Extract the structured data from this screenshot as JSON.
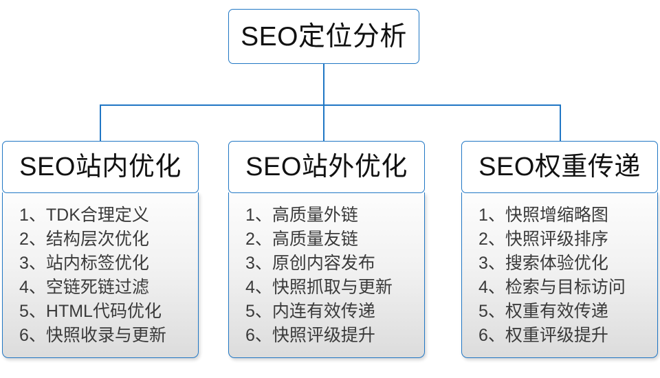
{
  "diagram": {
    "type": "org-chart",
    "title": "SEO定位分析",
    "colors": {
      "line": "#1f76c4",
      "box_border": "#1f76c4",
      "box_fill": "#ffffff",
      "panel_fill_top": "#fdfdfd",
      "panel_fill_bottom": "#dcdcdc",
      "title_text": "#111111",
      "item_text": "#3a3a3a"
    },
    "root": {
      "label": "SEO定位分析"
    },
    "branches": [
      {
        "header": "SEO站内优化",
        "items": [
          "1、TDK合理定义",
          "2、结构层次优化",
          "3、站内标签优化",
          "4、空链死链过滤",
          "5、HTML代码优化",
          "6、快照收录与更新"
        ]
      },
      {
        "header": "SEO站外优化",
        "items": [
          "1、高质量外链",
          "2、高质量友链",
          "3、原创内容发布",
          "4、快照抓取与更新",
          "5、内连有效传递",
          "6、快照评级提升"
        ]
      },
      {
        "header": "SEO权重传递",
        "items": [
          "1、快照增缩略图",
          "2、快照评级排序",
          "3、搜索体验优化",
          "4、检索与目标访问",
          "5、权重有效传递",
          "6、权重评级提升"
        ]
      }
    ]
  }
}
